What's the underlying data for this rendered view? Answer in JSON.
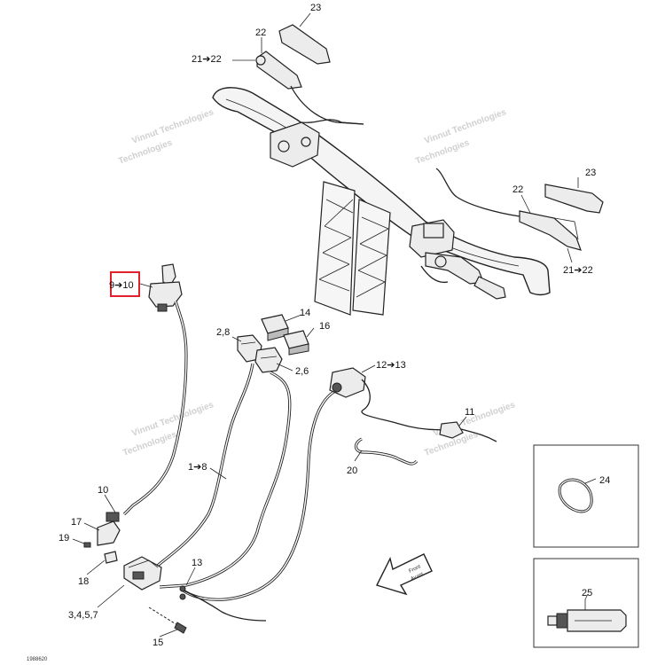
{
  "callouts": {
    "c23a": "23",
    "c22a": "22",
    "c2122a": "21➔22",
    "c23b": "23",
    "c22b": "22",
    "c2122b": "21➔22",
    "c910": "9➔10",
    "c14": "14",
    "c16": "16",
    "c28": "2,8",
    "c26": "2,6",
    "c1213": "12➔13",
    "c11": "11",
    "c18": "1➔8",
    "c20": "20",
    "c10": "10",
    "c17": "17",
    "c19": "19",
    "c18s": "18",
    "c3457": "3,4,5,7",
    "c13": "13",
    "c15": "15",
    "c24": "24",
    "c25": "25"
  },
  "arrow_text": [
    "Front",
    "Avant"
  ],
  "watermark": [
    "Vinnut Technologies",
    "Technologies"
  ],
  "figure_id": "1988620",
  "highlight": {
    "color": "#e0202a",
    "target_label": "9➔10"
  }
}
